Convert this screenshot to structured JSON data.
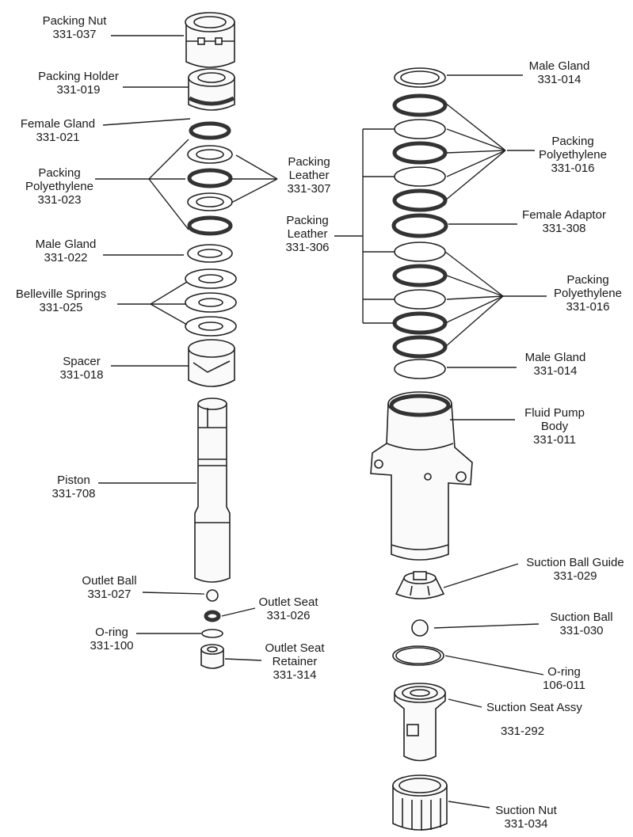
{
  "labels": {
    "packing_nut": [
      "Packing Nut",
      "331-037"
    ],
    "packing_holder": [
      "Packing Holder",
      "331-019"
    ],
    "female_gland_l": [
      "Female Gland",
      "331-021"
    ],
    "packing_poly_l": [
      "Packing",
      "Polyethylene",
      "331-023"
    ],
    "packing_leather_307": [
      "Packing",
      "Leather",
      "331-307"
    ],
    "male_gland_022": [
      "Male Gland",
      "331-022"
    ],
    "belleville": [
      "Belleville Springs",
      "331-025"
    ],
    "spacer": [
      "Spacer",
      "331-018"
    ],
    "piston": [
      "Piston",
      "331-708"
    ],
    "outlet_ball": [
      "Outlet Ball",
      "331-027"
    ],
    "outlet_seat": [
      "Outlet Seat",
      "331-026"
    ],
    "oring_100": [
      "O-ring",
      "331-100"
    ],
    "outlet_seat_ret": [
      "Outlet Seat",
      "Retainer",
      "331-314"
    ],
    "male_gland_top": [
      "Male Gland",
      "331-014"
    ],
    "packing_poly_r1": [
      "Packing",
      "Polyethylene",
      "331-016"
    ],
    "female_adaptor": [
      "Female Adaptor",
      "331-308"
    ],
    "packing_leather_306": [
      "Packing",
      "Leather",
      "331-306"
    ],
    "packing_poly_r2": [
      "Packing",
      "Polyethylene",
      "331-016"
    ],
    "male_gland_bot": [
      "Male Gland",
      "331-014"
    ],
    "fluid_pump_body": [
      "Fluid Pump",
      "Body",
      "331-011"
    ],
    "suction_ball_guide": [
      "Suction Ball Guide",
      "331-029"
    ],
    "suction_ball": [
      "Suction Ball",
      "331-030"
    ],
    "oring_011": [
      "O-ring",
      "106-011"
    ],
    "suction_seat": [
      "Suction Seat Assy",
      "331-292"
    ],
    "suction_nut": [
      "Suction Nut",
      "331-034"
    ]
  }
}
